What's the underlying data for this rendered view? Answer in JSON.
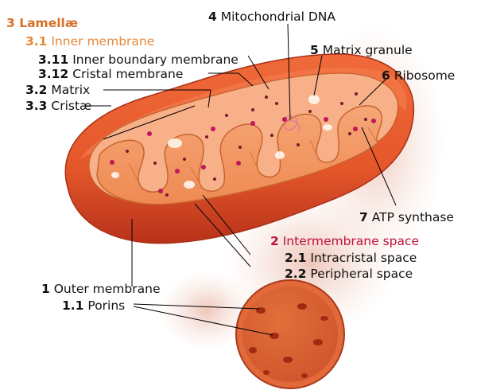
{
  "labels": {
    "lamellae": {
      "num": "3",
      "text": "Lamellæ",
      "color": "#d8702a"
    },
    "inner_membrane": {
      "num": "3.1",
      "text": "Inner membrane",
      "color": "#e8883a"
    },
    "inner_boundary_membrane": {
      "num": "3.11",
      "text": "Inner boundary membrane"
    },
    "cristal_membrane": {
      "num": "3.12",
      "text": "Cristal membrane"
    },
    "matrix": {
      "num": "3.2",
      "text": "Matrix"
    },
    "cristae": {
      "num": "3.3",
      "text": "Cristæ"
    },
    "mitochondrial_dna": {
      "num": "4",
      "text": "Mitochondrial DNA"
    },
    "matrix_granule": {
      "num": "5",
      "text": "Matrix granule"
    },
    "ribosome": {
      "num": "6",
      "text": "Ribosome"
    },
    "atp_synthase": {
      "num": "7",
      "text": "ATP synthase"
    },
    "intermembrane_space": {
      "num": "2",
      "text": "Intermembrane space",
      "color": "#c0103a"
    },
    "intracristal_space": {
      "num": "2.1",
      "text": "Intracristal space"
    },
    "peripheral_space": {
      "num": "2.2",
      "text": "Peripheral space"
    },
    "outer_membrane": {
      "num": "1",
      "text": "Outer membrane"
    },
    "porins": {
      "num": "1.1",
      "text": "Porins"
    }
  },
  "colors": {
    "outer_membrane": "#e8582a",
    "outer_membrane_dark": "#b8321a",
    "inner_membrane": "#f7a472",
    "matrix": "#f4a070",
    "cristae_fill": "#f29a66",
    "ribosome": "#8b1030",
    "granule": "#fff4e8",
    "atp_synthase": "#c0185a",
    "leader_line": "#000000"
  }
}
